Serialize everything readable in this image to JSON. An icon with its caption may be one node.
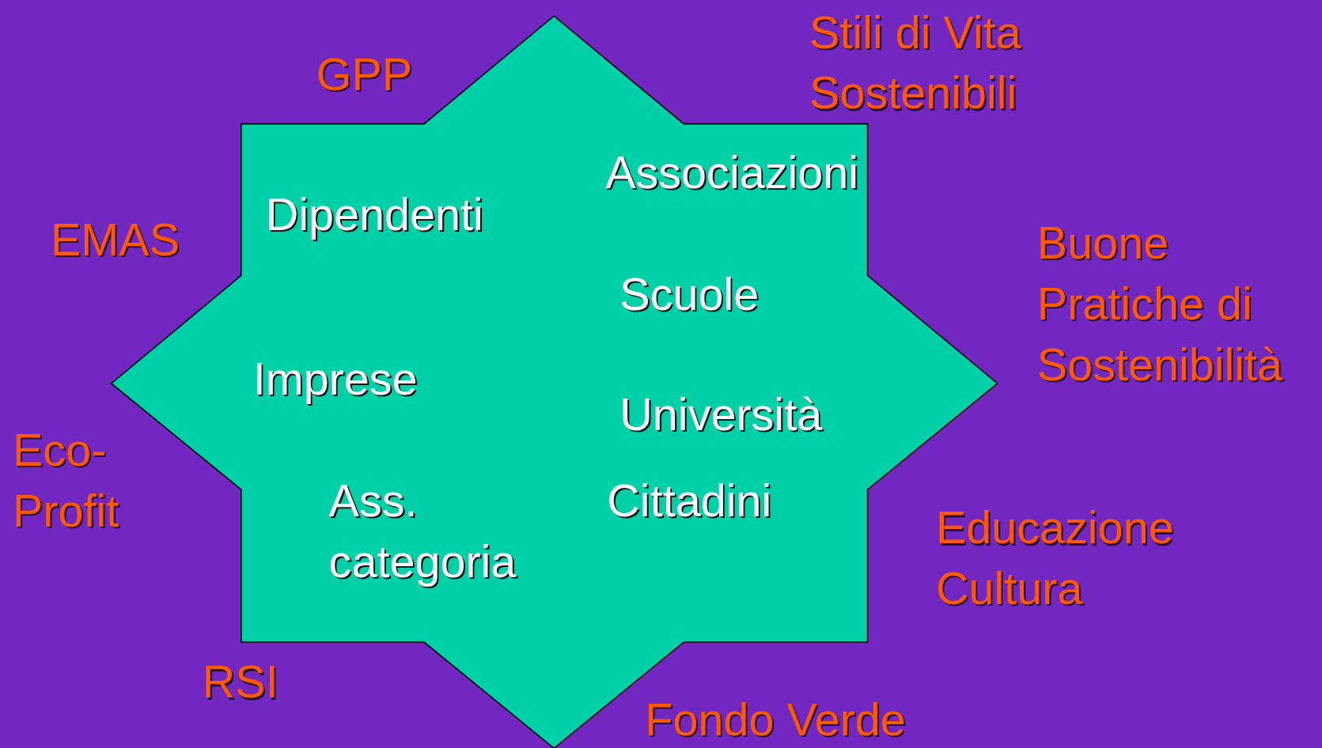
{
  "diagram": {
    "nodes": [
      {
        "text": [
          "Dipendenti",
          "Associazioni",
          "Scuole",
          "Imprese",
          "Università",
          "Cittadini",
          "Ass. categoria"
        ]
      }
    ],
    "labels": [
      "GPP",
      "Stili di Vita Sostenibili",
      "EMAS",
      "Buone Pratiche di Sostenibilità",
      "Eco-Profit",
      "Educazione Cultura",
      "RSI",
      "Fondo Verde"
    ]
  }
}
